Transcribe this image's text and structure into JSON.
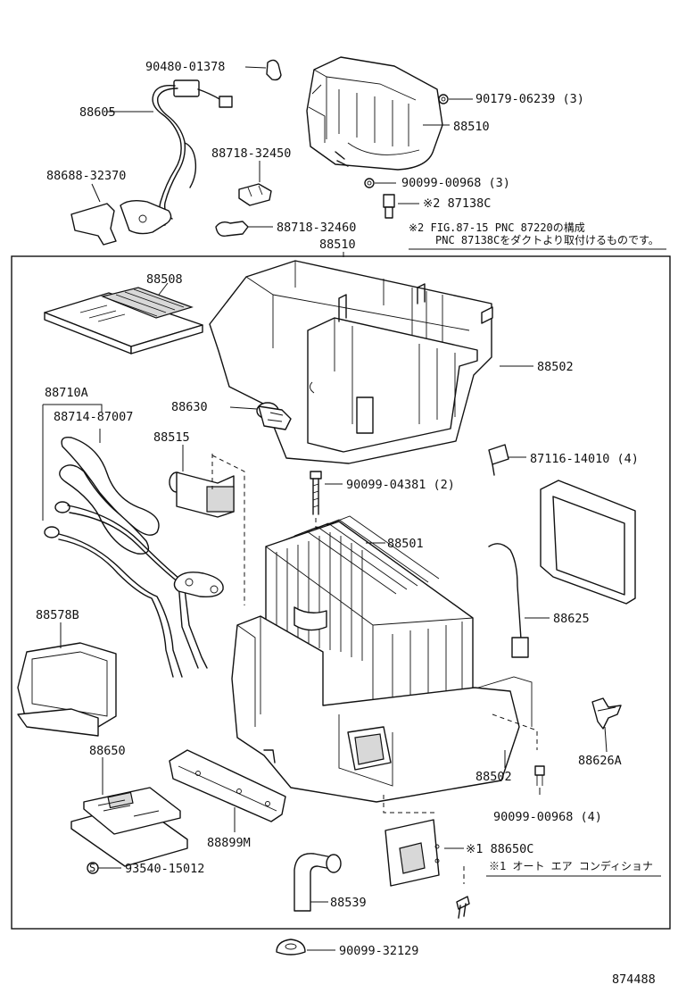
{
  "labels": {
    "p90480": "90480-01378",
    "p88605": "88605",
    "p88688": "88688-32370",
    "p88718a": "88718-32450",
    "p88718b": "88718-32460",
    "p90179": "90179-06239 (3)",
    "p88510top": "88510",
    "p90099a": "90099-00968 (3)",
    "p87138": "※2 87138C",
    "note2a": "※2 FIG.87-15 PNC 87220の構成",
    "note2b": "PNC 87138Cをダクトより取付けるものです。",
    "p88510main": "88510",
    "p88508": "88508",
    "p88502a": "88502",
    "p88710": "88710A",
    "p88714": "88714-87007",
    "p88630": "88630",
    "p88515": "88515",
    "p87116": "87116-14010 (4)",
    "p90099b": "90099-04381 (2)",
    "p88501": "88501",
    "p88625": "88625",
    "p88578": "88578B",
    "p88626": "88626A",
    "p88650": "88650",
    "p88502b": "88502",
    "p90099c": "90099-00968 (4)",
    "p88899": "88899M",
    "p88650c": "※1 88650C",
    "note1": "※1 オート エア コンディショナ",
    "p93540": "93540-15012",
    "p88539": "88539",
    "p90099d": "90099-32129",
    "figno": "874488"
  }
}
